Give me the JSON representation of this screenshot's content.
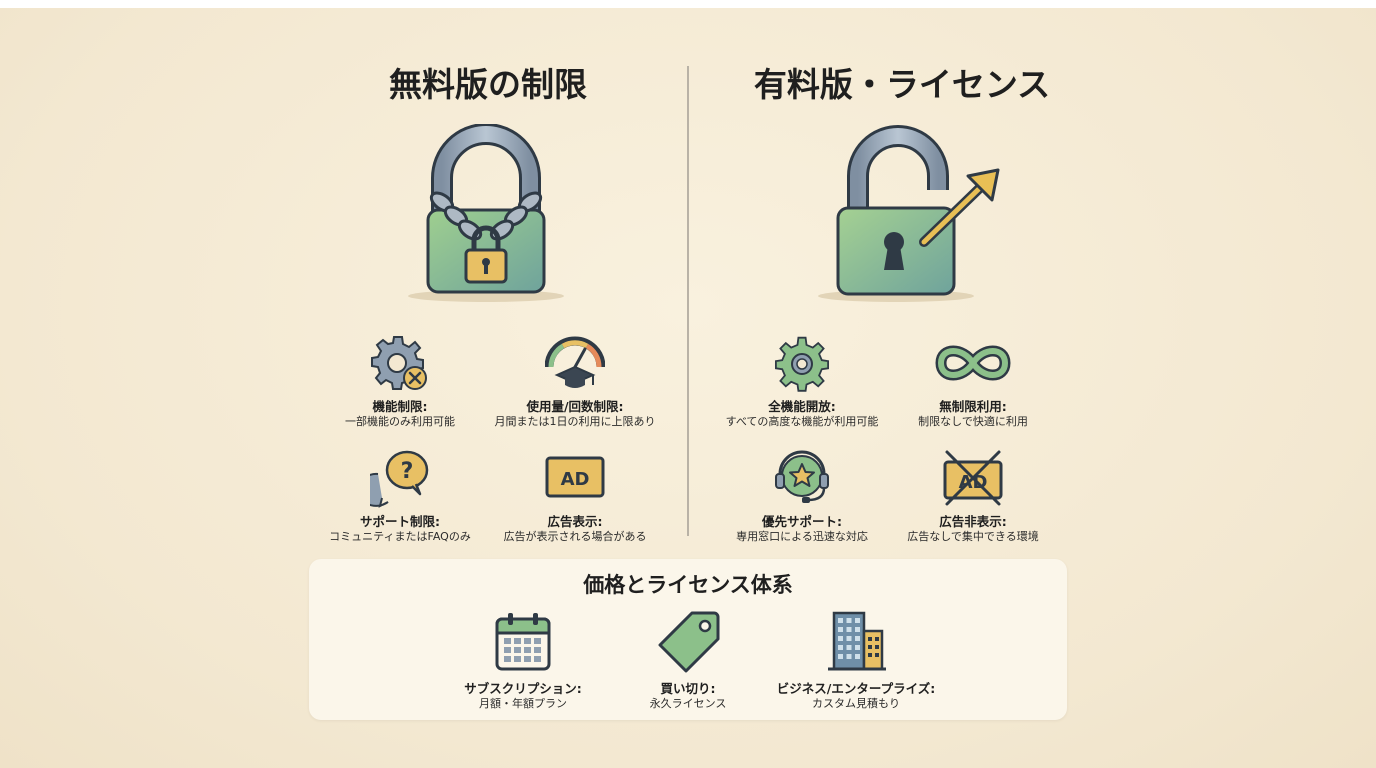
{
  "free": {
    "title": "無料版の制限",
    "features": [
      {
        "label": "機能制限:",
        "desc": "一部機能のみ利用可能",
        "icon": "gear-x-icon"
      },
      {
        "label": "使用量/回数制限:",
        "desc": "月間または1日の利用に上限あり",
        "icon": "gauge-cap-icon"
      },
      {
        "label": "サポート制限:",
        "desc": "コミュニティまたはFAQのみ",
        "icon": "question-bubble-icon"
      },
      {
        "label": "広告表示:",
        "desc": "広告が表示される場合がある",
        "icon": "ad-badge-icon",
        "badge": "AD"
      }
    ]
  },
  "paid": {
    "title": "有料版・ライセンス",
    "features": [
      {
        "label": "全機能開放:",
        "desc": "すべての高度な機能が利用可能",
        "icon": "gear-icon"
      },
      {
        "label": "無制限利用:",
        "desc": "制限なしで快適に利用",
        "icon": "infinity-icon"
      },
      {
        "label": "優先サポート:",
        "desc": "専用窓口による迅速な対応",
        "icon": "headset-star-icon"
      },
      {
        "label": "広告非表示:",
        "desc": "広告なしで集中できる環境",
        "icon": "ad-crossed-icon",
        "badge": "AD"
      }
    ]
  },
  "pricing": {
    "title": "価格とライセンス体系",
    "plans": [
      {
        "label": "サブスクリプション:",
        "desc": "月額・年額プラン",
        "icon": "calendar-icon"
      },
      {
        "label": "買い切り:",
        "desc": "永久ライセンス",
        "icon": "price-tag-icon"
      },
      {
        "label": "ビジネス/エンタープライズ:",
        "desc": "カスタム見積もり",
        "icon": "office-building-icon"
      }
    ]
  },
  "colors": {
    "lock_body": "#8cc08a",
    "lock_shackle": "#8f9fb0",
    "padlock_gold": "#e8c064",
    "arrow": "#e8bf55",
    "outline": "#2f3a45",
    "panel": "#fbf6ea"
  }
}
